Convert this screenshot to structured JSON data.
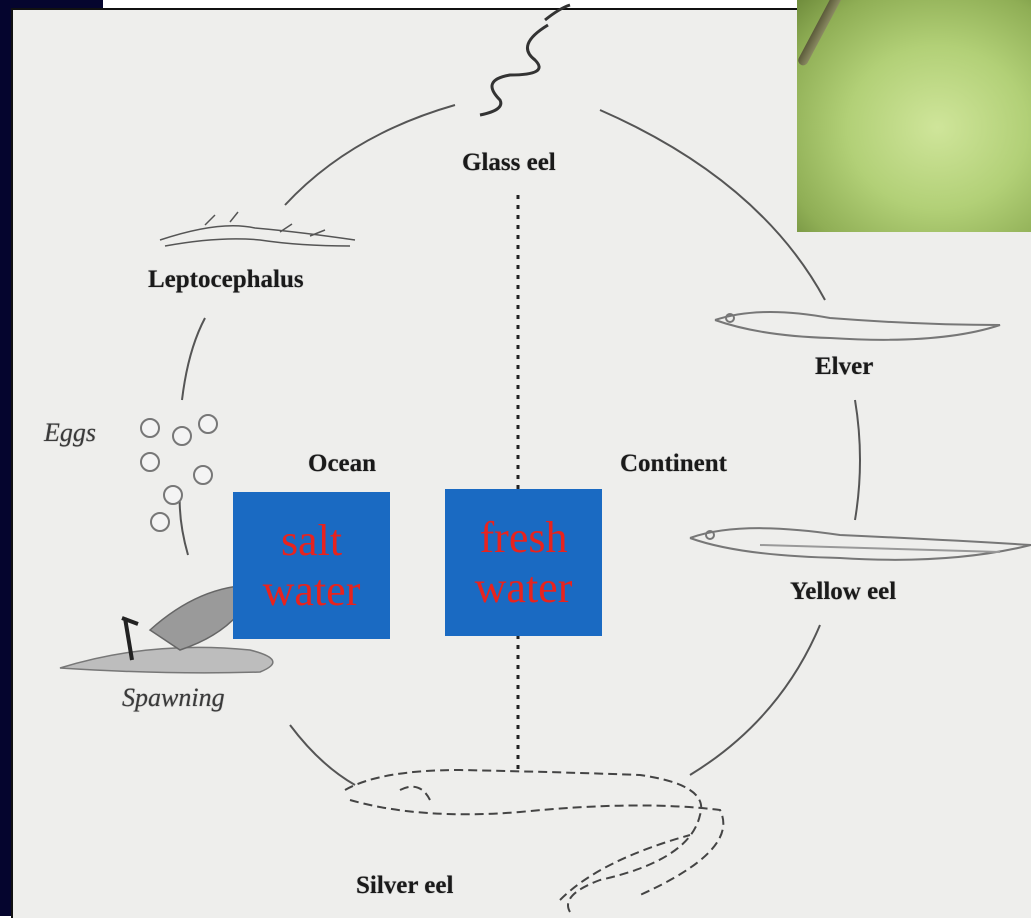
{
  "diagram": {
    "stages": {
      "glass_eel": "Glass eel",
      "leptocephalus": "Leptocephalus",
      "eggs": "Eggs",
      "spawning": "Spawning",
      "silver_eel": "Silver eel",
      "yellow_eel": "Yellow eel",
      "elver": "Elver"
    },
    "regions": {
      "ocean": "Ocean",
      "continent": "Continent"
    },
    "overlays": {
      "salt_water_line1": "salt",
      "salt_water_line2": "water",
      "fresh_water_line1": "fresh",
      "fresh_water_line2": "water"
    },
    "colors": {
      "overlay_box": "#1a6ac2",
      "overlay_text": "#e8231e",
      "background": "#eeeeec",
      "corner_block": "#05052e"
    }
  }
}
